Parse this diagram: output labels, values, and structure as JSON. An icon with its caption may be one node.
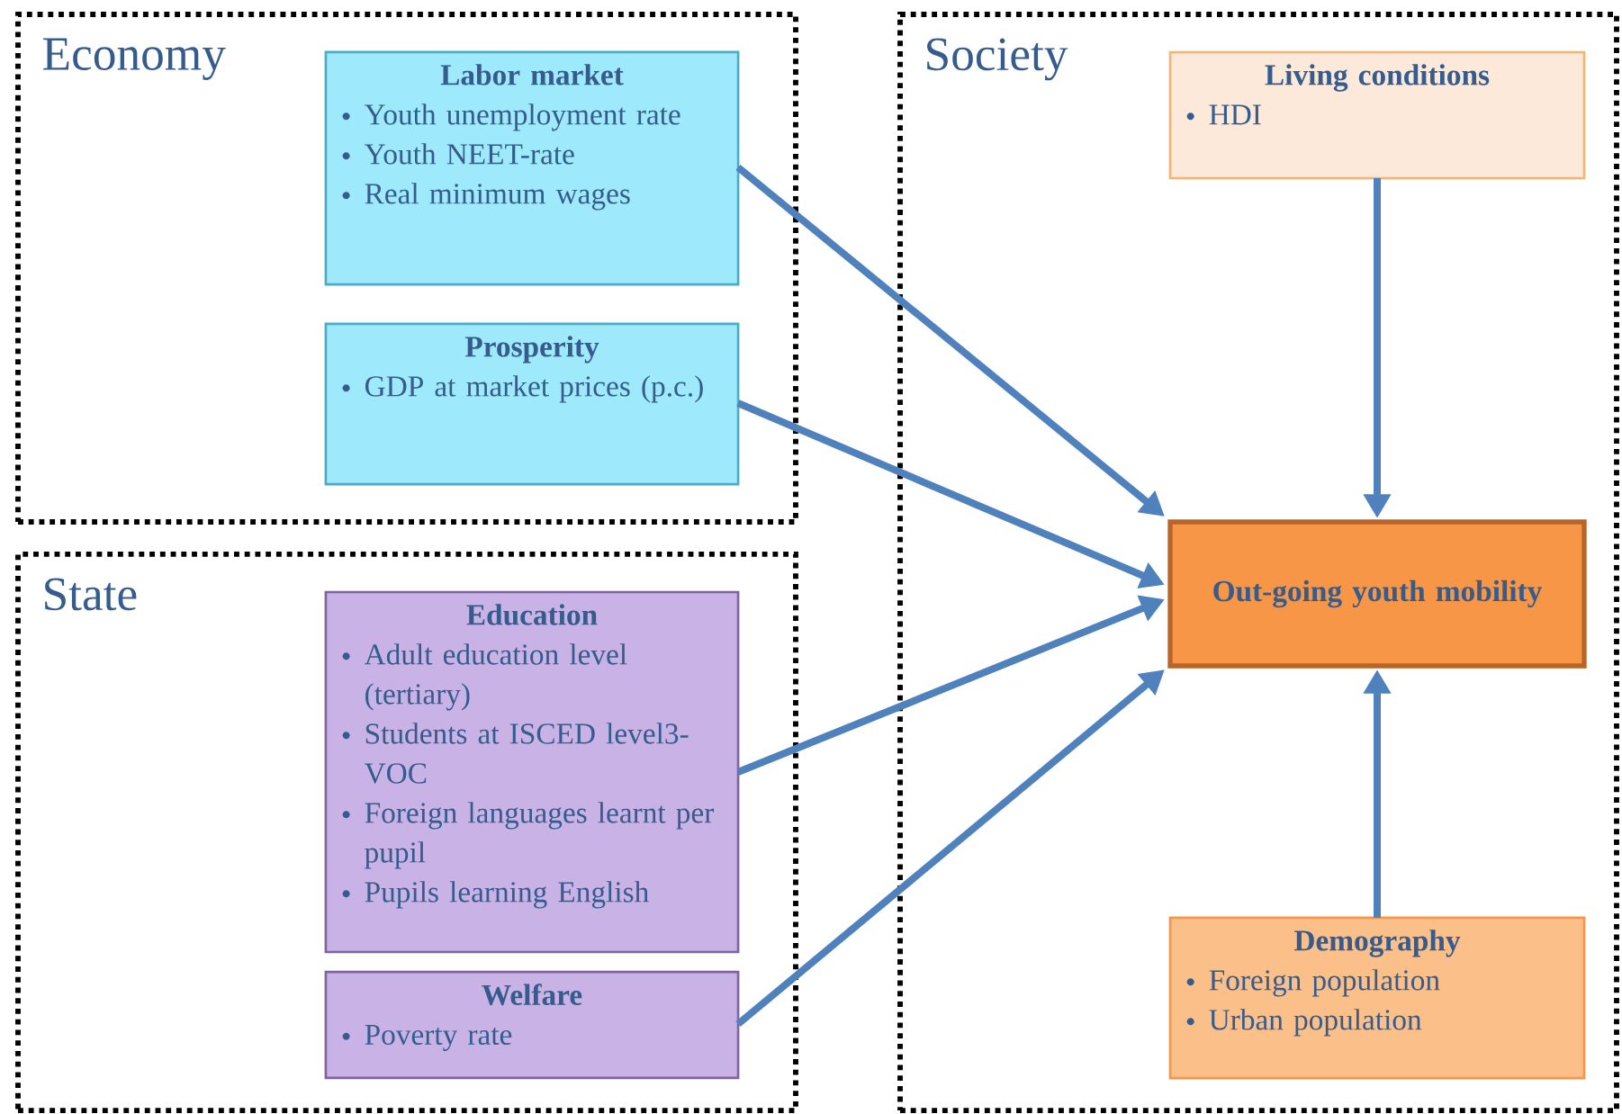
{
  "diagram": {
    "nodes": [
      {
        "text": [
          "Economy"
        ]
      },
      {
        "text": [
          "Labor market",
          "Youth unemployment rate",
          "Youth NEET-rate",
          "Real minimum wages"
        ],
        "in": 0
      },
      {
        "text": [
          "Prosperity",
          "GDP at market prices (p.c.)"
        ],
        "in": 0
      },
      {
        "text": [
          "State"
        ]
      },
      {
        "text": [
          "Education",
          "Adult education level (tertiary)",
          "Students at ISCED level3-VOC",
          "Foreign languages learnt per pupil",
          "Pupils learning English"
        ],
        "in": 3
      },
      {
        "text": [
          "Welfare",
          "Poverty rate"
        ],
        "in": 3
      },
      {
        "text": [
          "Society"
        ]
      },
      {
        "text": [
          "Living conditions",
          "HDI"
        ],
        "in": 6
      },
      {
        "text": [
          "Out-going youth mobility"
        ],
        "in": 6
      },
      {
        "text": [
          "Demography",
          "Foreign population",
          "Urban population"
        ],
        "in": 6
      }
    ],
    "edges": [
      {
        "from": 1,
        "to": 8,
        "arrow": "to"
      },
      {
        "from": 2,
        "to": 8,
        "arrow": "to"
      },
      {
        "from": 4,
        "to": 8,
        "arrow": "to"
      },
      {
        "from": 5,
        "to": 8,
        "arrow": "to"
      },
      {
        "from": 7,
        "to": 8,
        "arrow": "to"
      },
      {
        "from": 9,
        "to": 8,
        "arrow": "to"
      }
    ]
  }
}
